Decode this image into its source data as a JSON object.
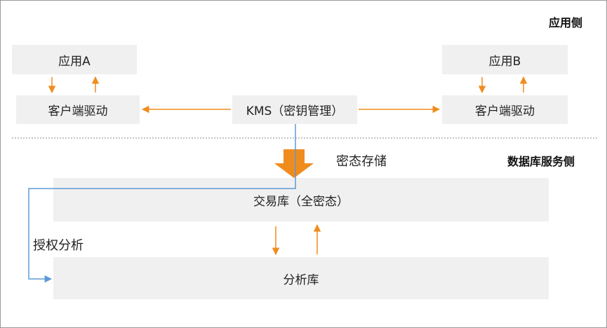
{
  "labels": {
    "app_side": "应用侧",
    "db_side": "数据库服务侧",
    "encrypted_storage": "密态存储",
    "authorized_analysis": "授权分析"
  },
  "nodes": {
    "app_a": "应用A",
    "app_b": "应用B",
    "client_driver_a": "客户端驱动",
    "client_driver_b": "客户端驱动",
    "kms": "KMS（密钥管理）",
    "trade_db": "交易库（全密态）",
    "analysis_db": "分析库"
  },
  "colors": {
    "box_fill": "#f0f0f0",
    "arrow_orange": "#f08c1e",
    "arrow_blue": "#5b9bd5",
    "divider": "#888888"
  },
  "icons": {
    "storage_arrow": "big-down-arrow-icon"
  }
}
